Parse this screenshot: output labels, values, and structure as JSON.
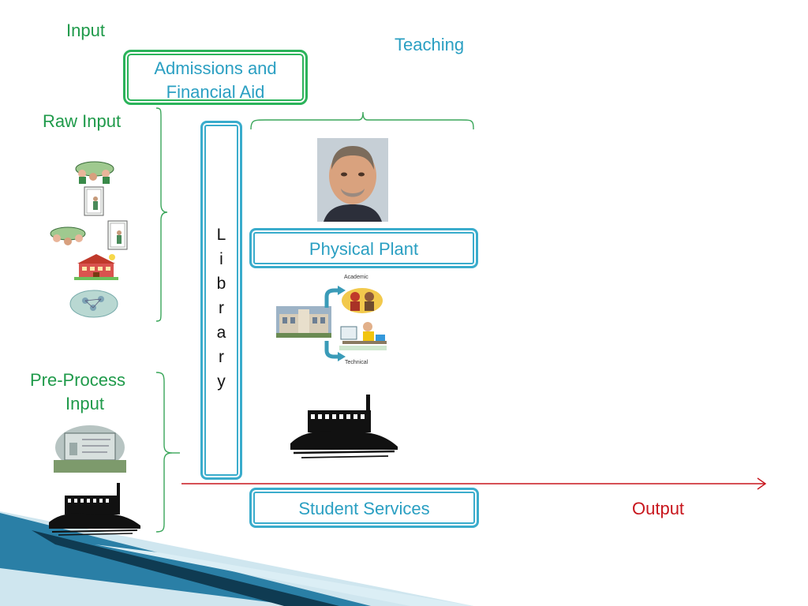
{
  "labels": {
    "input": "Input",
    "teaching": "Teaching",
    "raw_input": "Raw Input",
    "pre_process_line1": "Pre-Process",
    "pre_process_line2": "Input",
    "output": "Output"
  },
  "boxes": {
    "admissions_line1": "Admissions and",
    "admissions_line2": "Financial Aid",
    "physical_plant": "Physical Plant",
    "student_services": "Student Services",
    "library_letters": [
      "L",
      "i",
      "b",
      "r",
      "a",
      "r",
      "y"
    ]
  },
  "diagram_small_labels": {
    "academic": "Academic",
    "technical": "Technical"
  },
  "colors": {
    "green_text": "#1f9a4a",
    "teal_text": "#2a9fc2",
    "output_red": "#c8161d",
    "teal_border": "#3aaccc",
    "green_border": "#2bb35a",
    "bracket_green": "#3aa65a"
  }
}
